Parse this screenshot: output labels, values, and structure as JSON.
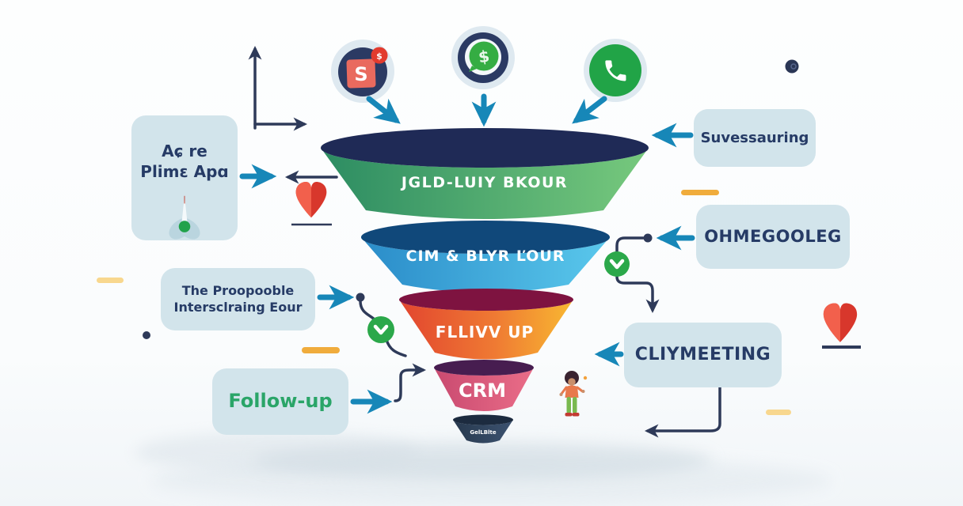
{
  "background": "#fbfdfe",
  "accents": {
    "teal_arrow": "#1787B8",
    "navy": "#2E3A59",
    "box_fill": "#D2E4EB",
    "box_text": "#263B66",
    "follow_up_text": "#2AA568",
    "heart_light": "#F2604C",
    "heart_dark": "#D8372C",
    "dash_orange": "#F0AC3C",
    "dash_light_yellow": "#F8D78E",
    "badge_green": "#2BA84A"
  },
  "source_icons": [
    {
      "name": "storefront-app-icon",
      "letter": "S",
      "badge": "$"
    },
    {
      "name": "whatsapp-money-icon",
      "glyph": "$"
    },
    {
      "name": "phone-call-icon"
    }
  ],
  "funnel": {
    "stages": [
      {
        "label": "JGLD-LUIY BKOUR",
        "band_colors": [
          "#2C8C62",
          "#77C97D"
        ],
        "rim_color": "#1F2A56"
      },
      {
        "label": "CIM & BLYR ĽOUR",
        "band_colors": [
          "#2E96D1",
          "#5AC8EC"
        ],
        "rim_color": "#10487A"
      },
      {
        "label": "FLLIVV UP",
        "band_colors": [
          "#E2452F",
          "#F8B832"
        ],
        "rim_color": "#7E1340"
      },
      {
        "label": "CRM",
        "band_colors": [
          "#C94A70",
          "#EA6D88"
        ],
        "rim_color": "#471D50"
      },
      {
        "label": "GelLBlte",
        "band_colors": [
          "#27394E",
          "#3C5270"
        ],
        "rim_color": "#1C2B3F"
      }
    ]
  },
  "left_column": {
    "age_box": {
      "line1": "Aɕ re",
      "line2": "Plimɛ Apɑ"
    },
    "proposal_box": {
      "line1": "The Proopooble",
      "line2": "Intersclraing Eour"
    },
    "follow_up_box": {
      "label": "Follow-up"
    }
  },
  "right_column": {
    "top_box": {
      "label": "Suvessauring"
    },
    "middle_box": {
      "label": "OHMEGOOLEG"
    },
    "bottom_box": {
      "label": "CLIYMEETING"
    }
  }
}
